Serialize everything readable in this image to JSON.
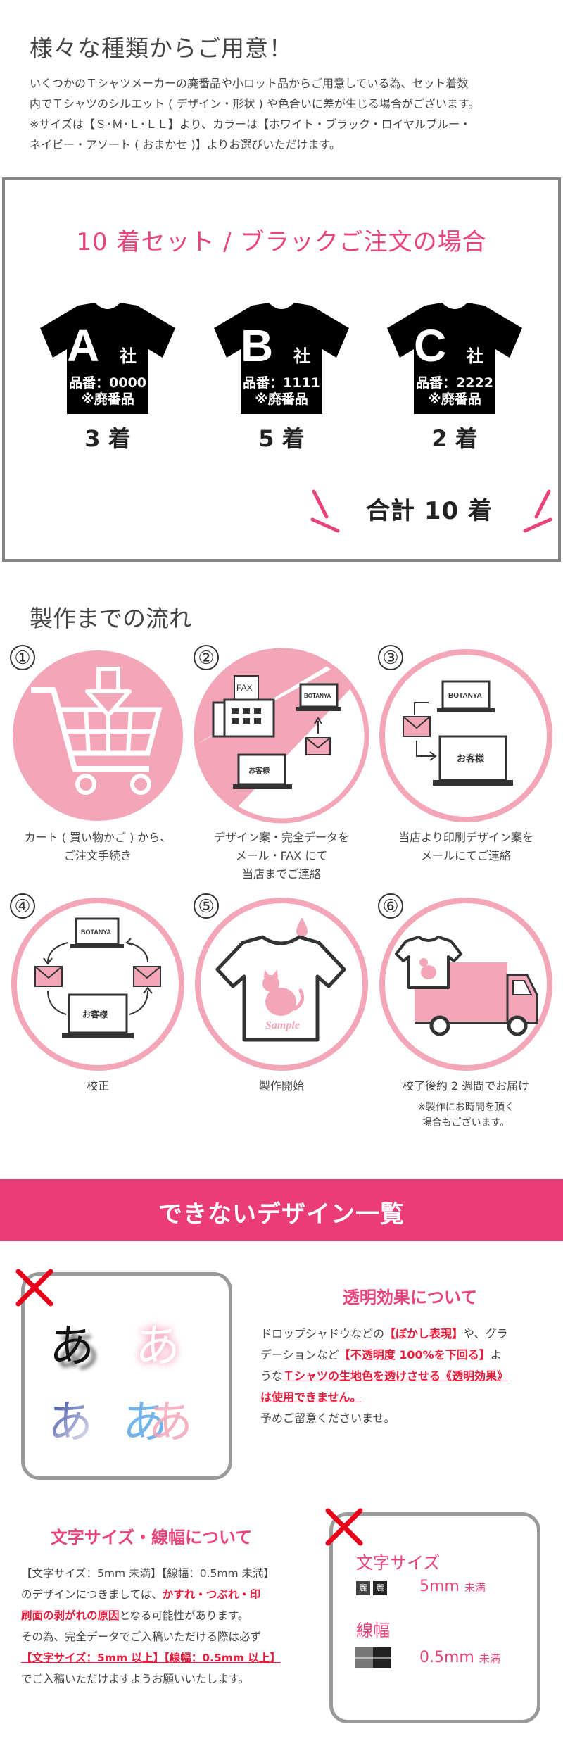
{
  "intro": {
    "title": "様々な種類からご用意！",
    "lines": [
      "いくつかのＴシャツメーカーの廃番品や小ロット品からご用意している為、セット着数",
      "内でＴシャツのシルエット ( デザイン・形状 ) や色合いに差が生じる場合がございます。",
      "※サイズは【Ｓ･Ｍ･Ｌ･ＬＬ】より、カラーは【ホワイト・ブラック・ロイヤルブルー・",
      "ネイビー・アソート ( おまかせ )】よりお選びいただけます。"
    ]
  },
  "example": {
    "title": "10 着セット / ブラックご注文の場合",
    "shirt_color": "#000000",
    "shirts": [
      {
        "letter": "A",
        "company": "社",
        "number": "品番：0000",
        "note": "※廃番品",
        "qty": "3 着"
      },
      {
        "letter": "B",
        "company": "社",
        "number": "品番：1111",
        "note": "※廃番品",
        "qty": "5 着"
      },
      {
        "letter": "C",
        "company": "社",
        "number": "品番：2222",
        "note": "※廃番品",
        "qty": "2 着"
      }
    ],
    "total": "合計 10 着"
  },
  "flow": {
    "title": "製作までの流れ",
    "accent": "#f3a6b8",
    "steps": [
      {
        "num": "①",
        "lines": [
          "カート ( 買い物かご ) から、",
          "ご注文手続き"
        ],
        "icon": "cart-icon"
      },
      {
        "num": "②",
        "lines": [
          "デザイン案・完全データを",
          "メール・FAX にて",
          "当店までご連絡"
        ],
        "icon": "fax-mail-icon",
        "fax": "FAX",
        "shop": "BOTANYA",
        "customer": "お客様"
      },
      {
        "num": "③",
        "lines": [
          "当店より印刷デザイン案を",
          "メールにてご連絡"
        ],
        "icon": "mail-to-customer-icon",
        "shop": "BOTANYA",
        "customer": "お客様"
      },
      {
        "num": "④",
        "lines": [
          "校正"
        ],
        "icon": "proof-cycle-icon",
        "shop": "BOTANYA",
        "customer": "お客様"
      },
      {
        "num": "⑤",
        "lines": [
          "製作開始"
        ],
        "icon": "tshirt-print-icon",
        "sample": "Sample"
      },
      {
        "num": "⑥",
        "lines": [
          "校了後約 2 週間でお届け"
        ],
        "note": [
          "※製作にお時間を頂く",
          "場合もございます。"
        ],
        "icon": "delivery-truck-icon"
      }
    ]
  },
  "ng": {
    "banner": "できないデザイン一覧",
    "transparency": {
      "heading": "透明効果について",
      "glyph": "あ",
      "line1_a": "ドロップシャドウなどの",
      "line1_b": "【ぼかし表現】",
      "line1_c": "や、グラ",
      "line2_a": "デーションなど",
      "line2_b": "【不透明度 100%を下回る】",
      "line2_c": "よ",
      "line3_a": "うな",
      "line3_b": "Ｔシャツの生地色を透けさせる《透明効果》",
      "line4": "は使用できません。",
      "line5": "予めご留意くださいませ。"
    },
    "size": {
      "heading": "文字サイズ・線幅について",
      "line1": "【文字サイズ：5mm 未満】【線幅：0.5mm 未満】",
      "line2_a": "のデザインにつきましては、",
      "line2_b": "かすれ・つぶれ・印",
      "line3_a": "刷面の剥がれの原因",
      "line3_b": "となる可能性があります。",
      "line4": "その為、完全データでご入稿いただける際は必ず",
      "line5": "【文字サイズ：5mm 以上】【線幅：0.5mm 以上】",
      "line6": "でご入稿いただけますようお願いいたします。",
      "card_text_label": "文字サイズ",
      "card_text_sample": "麗",
      "card_text_value": "5mm",
      "card_text_unit": "未満",
      "card_line_label": "線幅",
      "card_line_value": "0.5mm",
      "card_line_unit": "未満"
    }
  }
}
